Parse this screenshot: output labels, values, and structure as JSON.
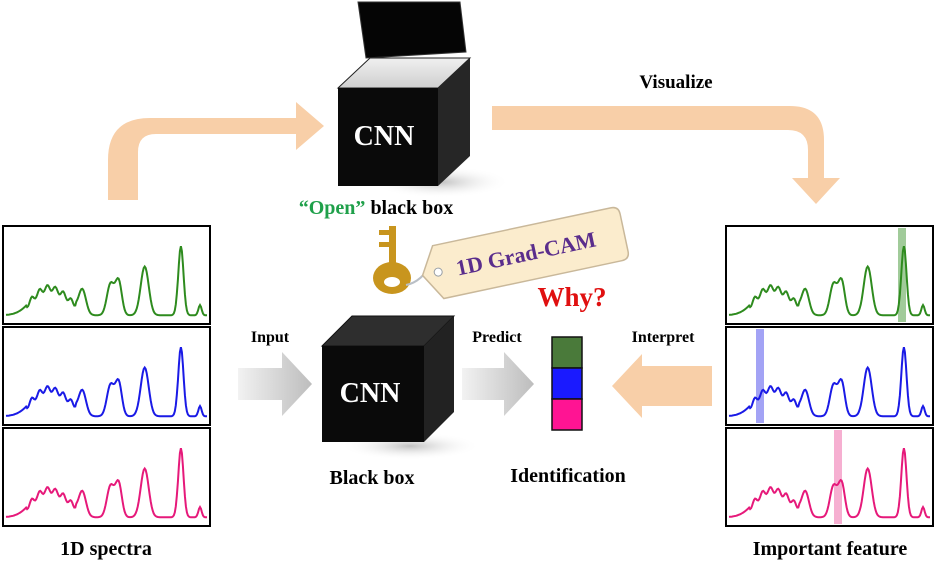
{
  "top": {
    "visualize": "Visualize",
    "open_word": "“Open”",
    "black_box_caption": "black box",
    "key_tag": "1D Grad-CAM",
    "why": "Why?"
  },
  "cubes": {
    "top_label": "CNN",
    "bottom_label": "CNN"
  },
  "flow": {
    "input": "Input",
    "predict": "Predict",
    "interpret": "Interpret"
  },
  "captions": {
    "spectra": "1D spectra",
    "black_box": "Black box",
    "identification": "Identification",
    "important_feature": "Important feature"
  },
  "colors": {
    "green": "#2e8b1e",
    "blue": "#1a1ae6",
    "magenta": "#e6197a",
    "arrow_peach": "#f8cfa8",
    "arrow_gray": "#c8c8c8",
    "open_text": "#1fa04a",
    "why_red": "#e01010",
    "key_gold": "#c8951e",
    "tag_purple": "#5a2d8c",
    "id_green": "#4a7a3a",
    "id_blue": "#1a1aff",
    "id_pink": "#ff1493"
  },
  "identification_stack": [
    "green",
    "blue",
    "pink"
  ]
}
